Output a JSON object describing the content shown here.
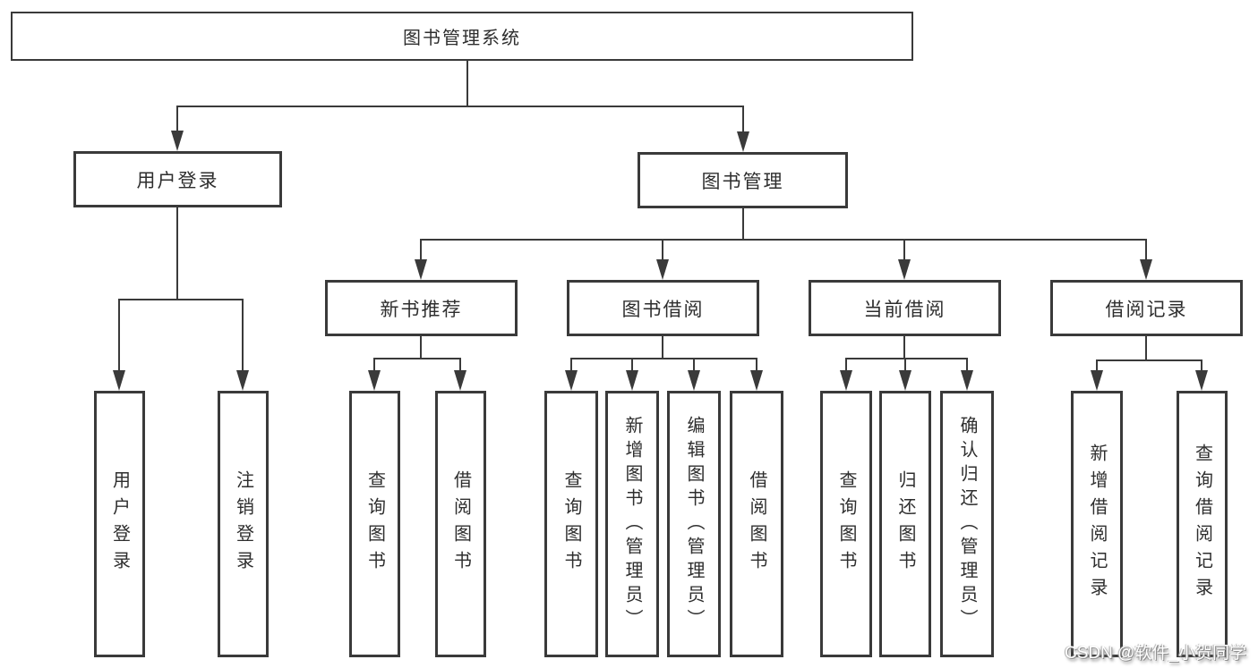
{
  "tree": {
    "root": {
      "label": "图书管理系统"
    },
    "level2": [
      {
        "label": "用户登录",
        "leaves": [
          "用户登录",
          "注销登录"
        ]
      },
      {
        "label": "图书管理"
      }
    ],
    "level3": [
      {
        "label": "新书推荐",
        "leaves": [
          "查询图书",
          "借阅图书"
        ]
      },
      {
        "label": "图书借阅",
        "leaves": [
          "查询图书",
          "新增图书（管理员）",
          "编辑图书（管理员）",
          "借阅图书"
        ]
      },
      {
        "label": "当前借阅",
        "leaves": [
          "查询图书",
          "归还图书",
          "确认归还（管理员）"
        ]
      },
      {
        "label": "借阅记录",
        "leaves": [
          "新增借阅记录",
          "查询借阅记录"
        ]
      }
    ]
  },
  "watermark": {
    "text": "CSDN @软件_小贺同学"
  },
  "colors": {
    "line": "#3a3a3a",
    "text": "#2e2e2e",
    "background": "#ffffff",
    "watermark_text": "#ffffff"
  }
}
